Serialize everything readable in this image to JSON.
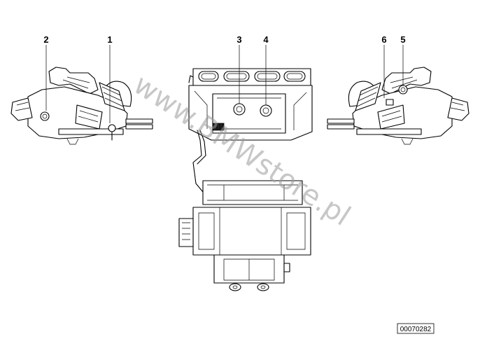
{
  "callouts": [
    {
      "number": "1"
    },
    {
      "number": "2"
    },
    {
      "number": "3"
    },
    {
      "number": "4"
    },
    {
      "number": "5"
    },
    {
      "number": "6"
    }
  ],
  "watermark": "www.BMWstore.pl",
  "reference_code": "00070282"
}
